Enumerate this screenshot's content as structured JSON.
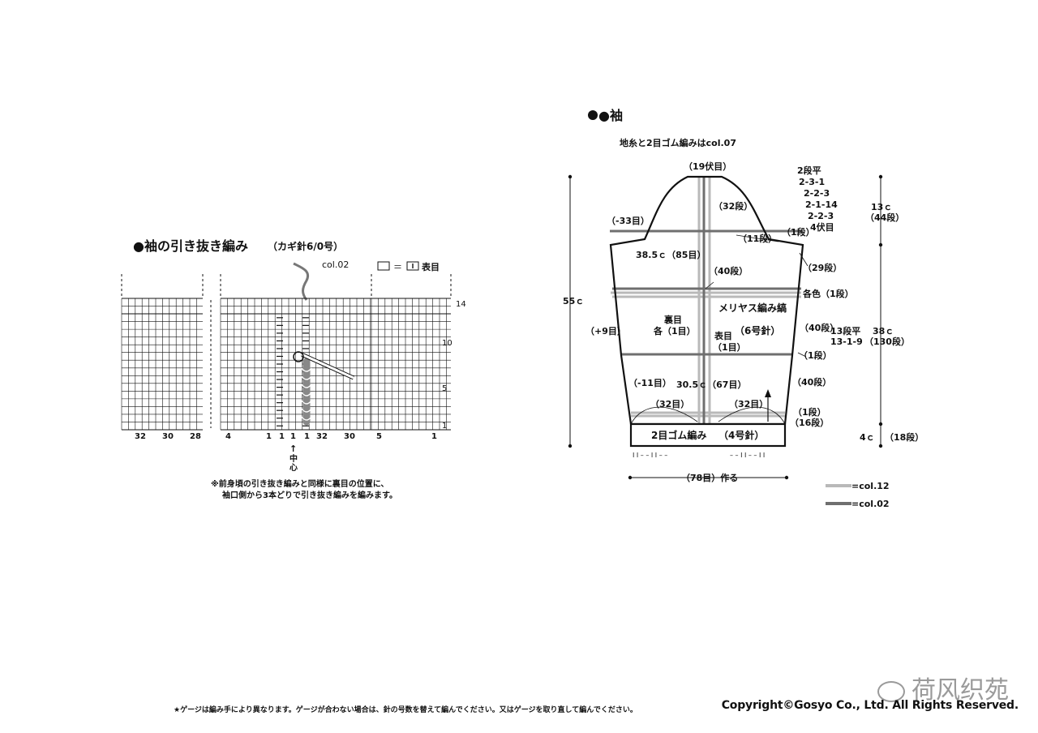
{
  "left": {
    "title": "●袖の引き抜き編み",
    "subtitle": "（カギ針6/0号）",
    "yarn_label": "col.02",
    "legend_symbol_text": "＝",
    "legend_label": "表目",
    "row_labels": [
      "14",
      "10",
      "5",
      "1"
    ],
    "bottom_numbers": [
      "32",
      "30",
      "28",
      "4",
      "1",
      "1",
      "1",
      "1",
      "32",
      "30",
      "5",
      "1"
    ],
    "center_arrow": "↑",
    "center_label_1": "中",
    "center_label_2": "心",
    "note_line1": "※前身頃の引き抜き編みと同様に裏目の位置に、",
    "note_line2": "袖口側から3本どりで引き抜き編みを編みます。"
  },
  "right": {
    "title": "●袖",
    "yarn_note": "地糸と2目ゴム編みはcol.07",
    "labels": {
      "top_bind": "（19伏目）",
      "cap_rows": "（32段）",
      "cap_dec": "（-33目）",
      "rows11": "（11段）",
      "row1a": "（1段）",
      "width_top": "38.5ｃ（85目）",
      "rows29": "（29段）",
      "rows40a": "（40段）",
      "color_row": "各色（1段）",
      "body_stitch": "メリヤス編み縞",
      "needle6": "（6号針）",
      "purl": "裏目",
      "each1": "各（1目）",
      "knit": "表目",
      "knit1": "（1目）",
      "inc": "（+9目）",
      "rows40b": "（40段）",
      "row1b": "（1段）",
      "rows40c": "（40段）",
      "dec11": "（-11目）",
      "width_bottom": "30.5ｃ（67目）",
      "st32a": "（32目）",
      "st32b": "（32目）",
      "row1c": "（1段）",
      "rows16": "（16段）",
      "rib": "2目ゴム編み",
      "needle4": "（4号針）",
      "cast_on": "（78目）作る",
      "h55": "55ｃ",
      "h13": "13ｃ",
      "r44": "（44段）",
      "h38": "38ｃ",
      "r130": "（130段）",
      "h4": "4ｃ",
      "r18": "（18段）",
      "inc_rule1": "13段平",
      "inc_rule2": "13-1-9"
    },
    "cap_schedule": [
      "2段平",
      "2-3-1",
      "2-2-3",
      "2-1-14",
      "2-2-3",
      "4伏目"
    ],
    "legend": [
      {
        "label": "=col.12",
        "color": "#b9b9b9"
      },
      {
        "label": "=col.02",
        "color": "#6f6f6f"
      }
    ]
  },
  "footer": {
    "gauge_note": "★ゲージは編み手により異なります。ゲージが合わない場合は、針の号数を替えて編んでください。又はゲージを取り直して編んでください。",
    "copyright": "Copyright©Gosyo Co., Ltd. All Rights Reserved.",
    "watermark": "荷风织苑"
  },
  "colors": {
    "light_stripe": "#b9b9b9",
    "dark_stripe": "#6f6f6f",
    "outline": "#111111"
  }
}
